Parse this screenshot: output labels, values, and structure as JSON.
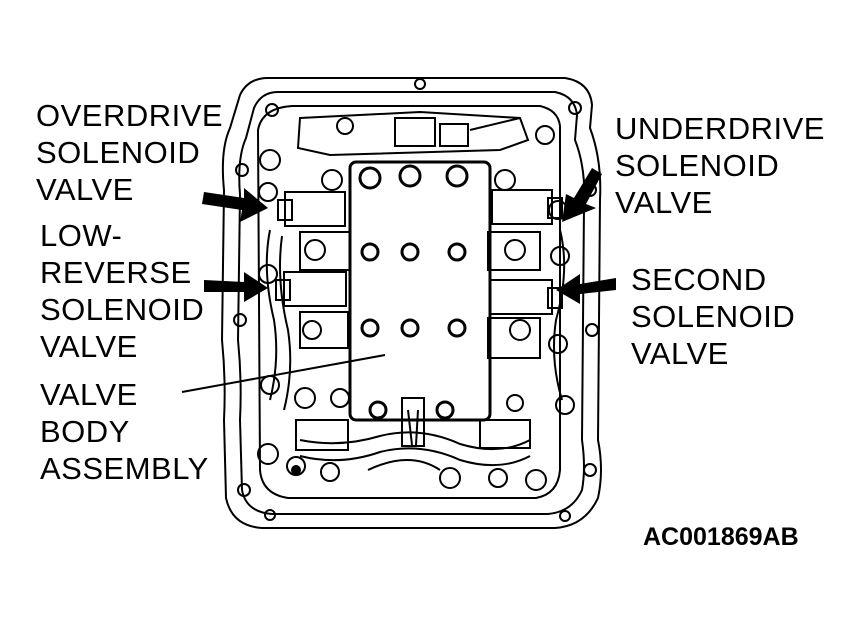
{
  "labels": {
    "overdrive": [
      "OVERDRIVE",
      "SOLENOID",
      "VALVE"
    ],
    "underdrive": [
      "UNDERDRIVE",
      "SOLENOID",
      "VALVE"
    ],
    "low_reverse": [
      "LOW-",
      "REVERSE",
      "SOLENOID",
      "VALVE"
    ],
    "second": [
      "SECOND",
      "SOLENOID",
      "VALVE"
    ],
    "valve_body": [
      "VALVE",
      "BODY",
      "ASSEMBLY"
    ]
  },
  "reference_code": "AC001869AB",
  "colors": {
    "ink": "#000000",
    "paper": "#ffffff"
  }
}
